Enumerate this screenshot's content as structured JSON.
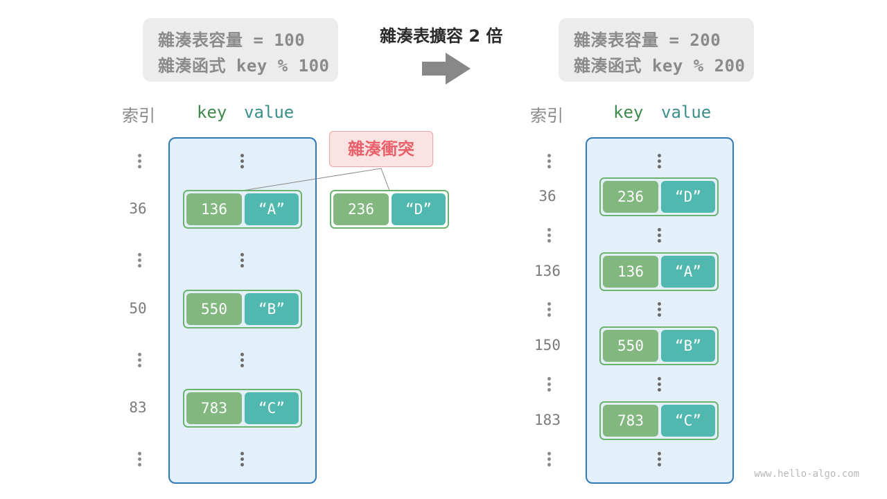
{
  "before": {
    "info": {
      "capacity_line": "雜湊表容量 = 100",
      "func_line": "雜湊函式 key % 100"
    },
    "headers": {
      "index": "索引",
      "key": "key",
      "value": "value"
    },
    "rows": [
      {
        "index": "36",
        "key": "136",
        "value": "“A”"
      },
      {
        "index": "50",
        "key": "550",
        "value": "“B”"
      },
      {
        "index": "83",
        "key": "783",
        "value": "“C”"
      }
    ],
    "collision_label": "雜湊衝突",
    "incoming": {
      "key": "236",
      "value": "“D”"
    }
  },
  "transition": {
    "label": "雜湊表擴容 2 倍"
  },
  "after": {
    "info": {
      "capacity_line": "雜湊表容量 = 200",
      "func_line": "雜湊函式 key % 200"
    },
    "headers": {
      "index": "索引",
      "key": "key",
      "value": "value"
    },
    "rows": [
      {
        "index": "36",
        "key": "236",
        "value": "“D”"
      },
      {
        "index": "136",
        "key": "136",
        "value": "“A”"
      },
      {
        "index": "150",
        "key": "550",
        "value": "“B”"
      },
      {
        "index": "183",
        "key": "783",
        "value": "“C”"
      }
    ]
  },
  "watermark": "www.hello-algo.com",
  "colors": {
    "key_cell": "#82b87f",
    "value_cell": "#50b8ae",
    "table_bg": "#e3eff9",
    "table_border": "#2f79b7",
    "collision_text": "#e9606a"
  }
}
